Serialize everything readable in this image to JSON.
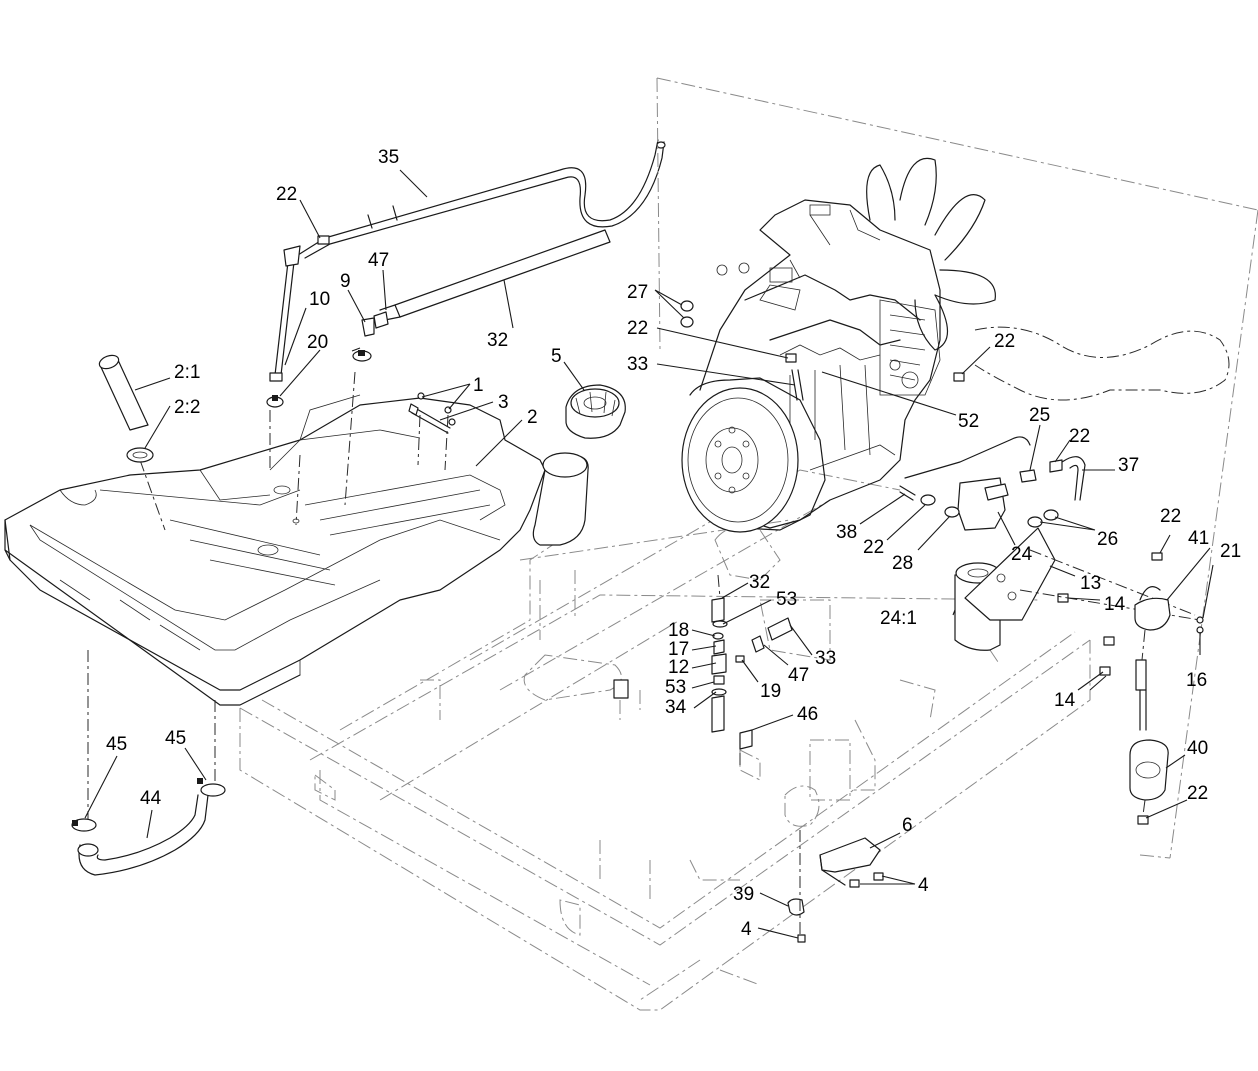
{
  "callouts": [
    {
      "id": "c-35",
      "text": "35"
    },
    {
      "id": "c-22a",
      "text": "22"
    },
    {
      "id": "c-47a",
      "text": "47"
    },
    {
      "id": "c-9",
      "text": "9"
    },
    {
      "id": "c-10",
      "text": "10"
    },
    {
      "id": "c-32a",
      "text": "32"
    },
    {
      "id": "c-20",
      "text": "20"
    },
    {
      "id": "c-2-1",
      "text": "2:1"
    },
    {
      "id": "c-2-2",
      "text": "2:2"
    },
    {
      "id": "c-1",
      "text": "1"
    },
    {
      "id": "c-3",
      "text": "3"
    },
    {
      "id": "c-2",
      "text": "2"
    },
    {
      "id": "c-5",
      "text": "5"
    },
    {
      "id": "c-27",
      "text": "27"
    },
    {
      "id": "c-22b",
      "text": "22"
    },
    {
      "id": "c-33a",
      "text": "33"
    },
    {
      "id": "c-22c",
      "text": "22"
    },
    {
      "id": "c-52",
      "text": "52"
    },
    {
      "id": "c-25",
      "text": "25"
    },
    {
      "id": "c-22d",
      "text": "22"
    },
    {
      "id": "c-37",
      "text": "37"
    },
    {
      "id": "c-38",
      "text": "38"
    },
    {
      "id": "c-22e",
      "text": "22"
    },
    {
      "id": "c-28",
      "text": "28"
    },
    {
      "id": "c-24",
      "text": "24"
    },
    {
      "id": "c-26",
      "text": "26"
    },
    {
      "id": "c-22f",
      "text": "22"
    },
    {
      "id": "c-41",
      "text": "41"
    },
    {
      "id": "c-21",
      "text": "21"
    },
    {
      "id": "c-13",
      "text": "13"
    },
    {
      "id": "c-24-1",
      "text": "24:1"
    },
    {
      "id": "c-14a",
      "text": "14"
    },
    {
      "id": "c-16",
      "text": "16"
    },
    {
      "id": "c-14b",
      "text": "14"
    },
    {
      "id": "c-32b",
      "text": "32"
    },
    {
      "id": "c-53a",
      "text": "53"
    },
    {
      "id": "c-18",
      "text": "18"
    },
    {
      "id": "c-17",
      "text": "17"
    },
    {
      "id": "c-12",
      "text": "12"
    },
    {
      "id": "c-53b",
      "text": "53"
    },
    {
      "id": "c-34",
      "text": "34"
    },
    {
      "id": "c-33b",
      "text": "33"
    },
    {
      "id": "c-47b",
      "text": "47"
    },
    {
      "id": "c-19",
      "text": "19"
    },
    {
      "id": "c-46",
      "text": "46"
    },
    {
      "id": "c-40",
      "text": "40"
    },
    {
      "id": "c-22g",
      "text": "22"
    },
    {
      "id": "c-45a",
      "text": "45"
    },
    {
      "id": "c-45b",
      "text": "45"
    },
    {
      "id": "c-44",
      "text": "44"
    },
    {
      "id": "c-6",
      "text": "6"
    },
    {
      "id": "c-4a",
      "text": "4"
    },
    {
      "id": "c-39",
      "text": "39"
    },
    {
      "id": "c-4b",
      "text": "4"
    }
  ]
}
